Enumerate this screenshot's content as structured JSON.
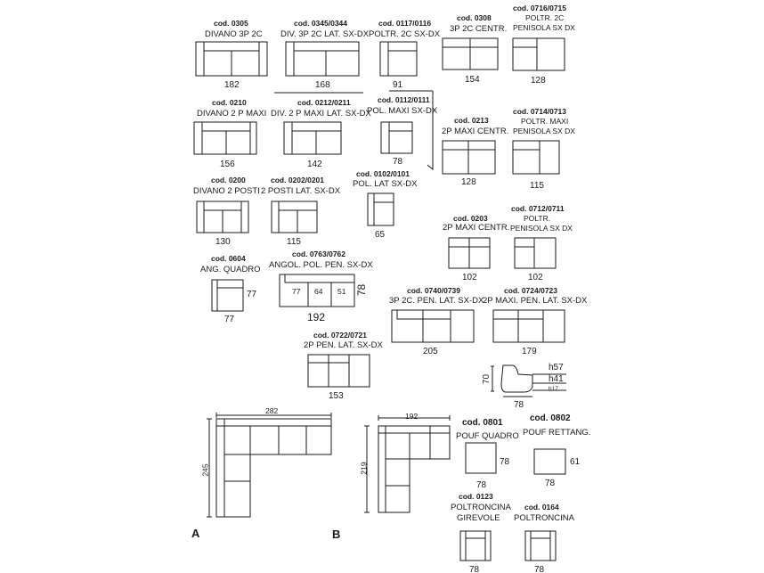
{
  "items": {
    "i0305": {
      "code": "cod. 0305",
      "name": "DIVANO 3P 2C",
      "width": "182"
    },
    "i0345": {
      "code": "cod. 0345/0344",
      "name": "DIV. 3P 2C LAT. SX-DX",
      "width": "168"
    },
    "i0117": {
      "code": "cod. 0117/0116",
      "name": "POLTR. 2C SX-DX",
      "width": "91"
    },
    "i0308": {
      "code": "cod. 0308",
      "name": "3P 2C CENTR.",
      "width": "154"
    },
    "i0716": {
      "code": "cod. 0716/0715",
      "name1": "POLTR. 2C",
      "name2": "PENISOLA SX  DX",
      "width": "128"
    },
    "i0210": {
      "code": "cod. 0210",
      "name": "DIVANO 2 P MAXI",
      "width": "156"
    },
    "i0212": {
      "code": "cod. 0212/0211",
      "name": "DIV. 2 P MAXI LAT. SX-DX",
      "width": "142"
    },
    "i0112": {
      "code": "cod. 0112/0111",
      "name": "POL. MAXI SX-DX",
      "width": "78"
    },
    "i0213": {
      "code": "cod. 0213",
      "name": "2P MAXI CENTR.",
      "width": "128"
    },
    "i0714": {
      "code": "cod. 0714/0713",
      "name1": "POLTR. MAXI",
      "name2": "PENISOLA SX  DX",
      "width": "115"
    },
    "i0200": {
      "code": "cod. 0200",
      "name": "DIVANO 2 POSTI",
      "width": "130"
    },
    "i0202": {
      "code": "cod. 0202/0201",
      "name": "2 POSTI LAT. SX-DX",
      "width": "115"
    },
    "i0102": {
      "code": "cod. 0102/0101",
      "name": "POL. LAT SX-DX",
      "width": "65"
    },
    "i0203": {
      "code": "cod. 0203",
      "name": "2P MAXI CENTR.",
      "width": "102"
    },
    "i0712": {
      "code": "cod. 0712/0711",
      "name1": "POLTR.",
      "name2": "PENISOLA SX  DX",
      "width": "102"
    },
    "i0604": {
      "code": "cod. 0604",
      "name": "ANG. QUADRO",
      "width": "77",
      "depth": "77"
    },
    "i0763": {
      "code": "cod. 0763/0762",
      "name": "ANGOL. POL. PEN. SX-DX",
      "width": "192",
      "depth": "78",
      "seg1": "77",
      "seg2": "64",
      "seg3": "51"
    },
    "i0740": {
      "code": "cod. 0740/0739",
      "name": "3P 2C. PEN. LAT. SX-DX",
      "width": "205"
    },
    "i0724": {
      "code": "cod. 0724/0723",
      "name": "2P MAXI. PEN. LAT. SX-DX",
      "width": "179"
    },
    "i0722": {
      "code": "cod. 0722/0721",
      "name": "2P PEN. LAT. SX-DX",
      "width": "153"
    },
    "side": {
      "depth": "70",
      "width": "78",
      "h1": "h57",
      "h2": "h41",
      "h3": "h17"
    },
    "compA": {
      "width": "282",
      "depth": "245",
      "label": "A"
    },
    "compB": {
      "width": "192",
      "depth": "219",
      "label": "B"
    },
    "i0801": {
      "code": "cod. 0801",
      "name": "POUF QUADRO",
      "width": "78",
      "depth": "78"
    },
    "i0802": {
      "code": "cod. 0802",
      "name": "POUF RETTANG.",
      "width": "78",
      "depth": "61"
    },
    "i0123": {
      "code": "cod. 0123",
      "name1": "POLTRONCINA",
      "name2": "GIREVOLE",
      "width": "78"
    },
    "i0164": {
      "code": "cod. 0164",
      "name": "POLTRONCINA",
      "width": "78"
    }
  }
}
